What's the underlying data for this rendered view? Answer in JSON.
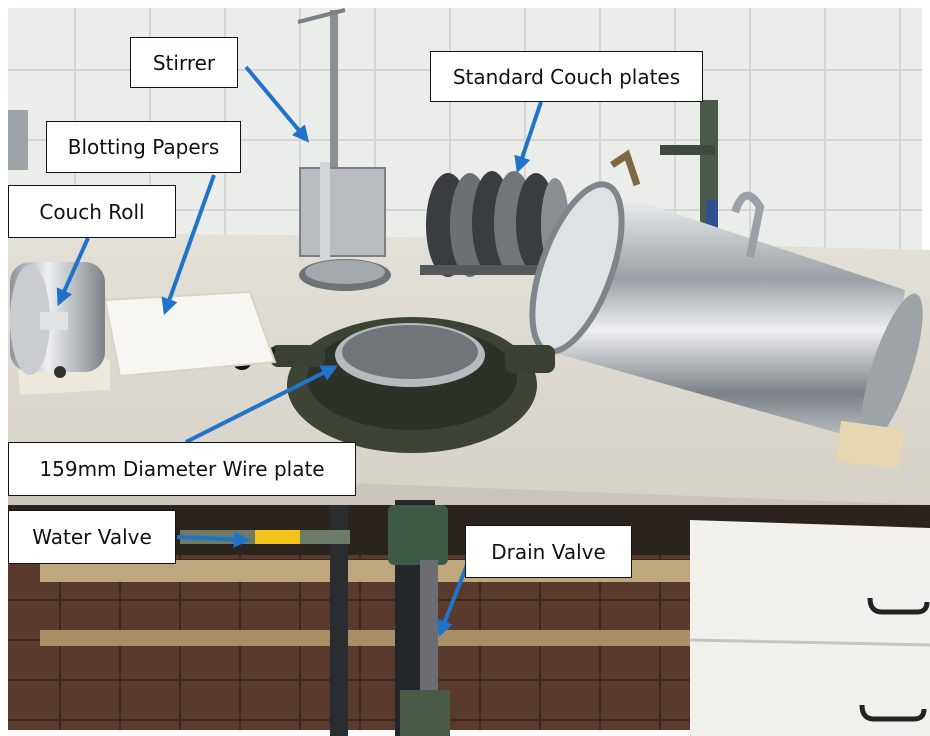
{
  "labels": {
    "stirrer": "Stirrer",
    "standard_couch_plates": "Standard Couch plates",
    "blotting_papers": "Blotting Papers",
    "couch_roll": "Couch Roll",
    "wire_plate": "159mm Diameter Wire plate",
    "water_valve": "Water Valve",
    "drain_valve": "Drain Valve"
  },
  "colors": {
    "arrow": "#1f74c9",
    "tile_wall": "#e9ebe8",
    "bench_top": "#dedbd2",
    "steel": "#c9ccd0",
    "cabinet_dark": "#3a2a22",
    "cabinet_white": "#f1f0ec",
    "pipe_green": "#3f5a44",
    "valve_yellow": "#f2c21b"
  }
}
